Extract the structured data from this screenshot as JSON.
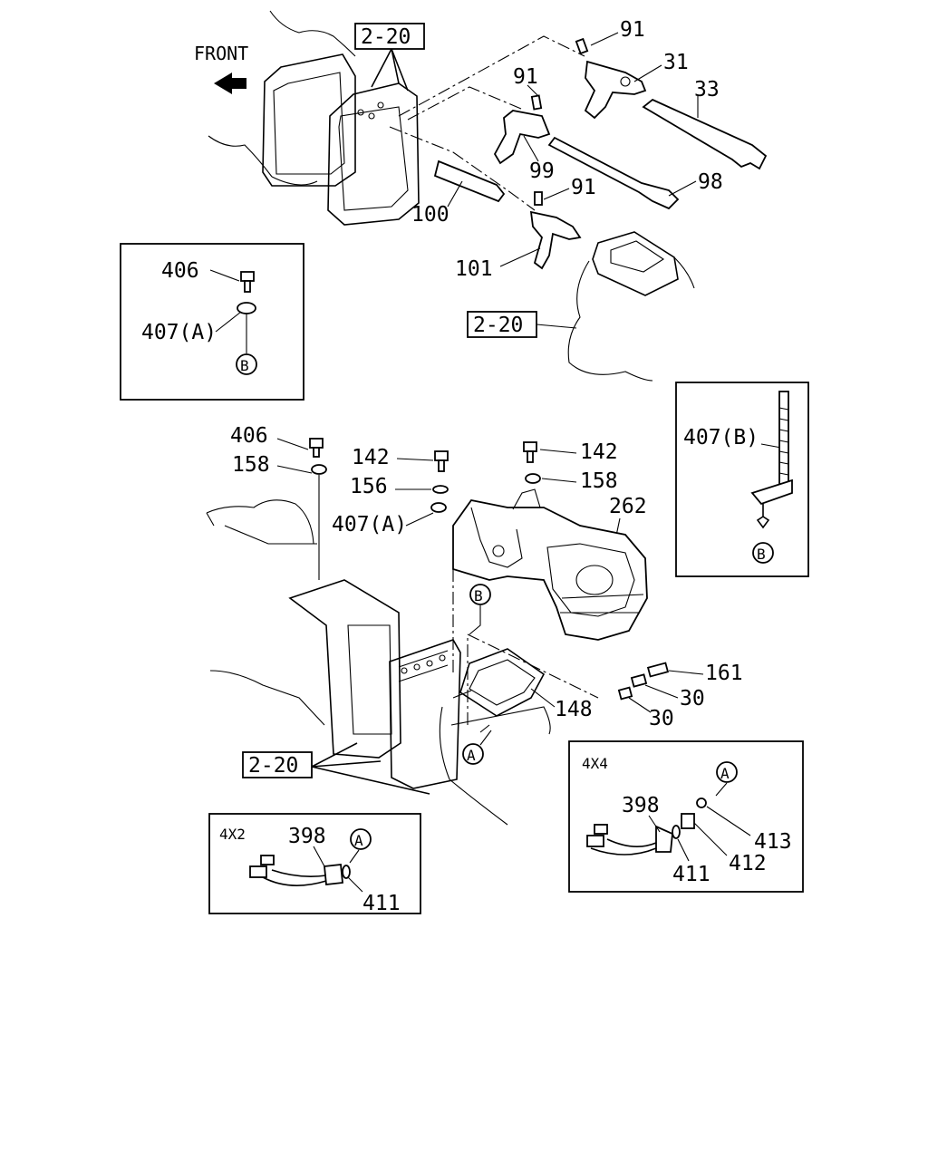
{
  "front_label": "FRONT",
  "refs": {
    "top": "2-20",
    "right": "2-20",
    "bottom": "2-20"
  },
  "callouts": {
    "p91a": "91",
    "p31": "31",
    "p33": "33",
    "p91b": "91",
    "p99": "99",
    "p98": "98",
    "p91c": "91",
    "p100": "100",
    "p101": "101",
    "p406_inset": "406",
    "p407a_inset": "407(A)",
    "p406": "406",
    "p158a": "158",
    "p142a": "142",
    "p156": "156",
    "p407a": "407(A)",
    "p142b": "142",
    "p158b": "158",
    "p262": "262",
    "p407b": "407(B)",
    "p161": "161",
    "p30a": "30",
    "p30b": "30",
    "p148": "148",
    "p398_4x4": "398",
    "p411_4x4": "411",
    "p412": "412",
    "p413": "413",
    "p398_4x2": "398",
    "p411_4x2": "411"
  },
  "markers": {
    "b1": "B",
    "b2": "B",
    "b3": "B",
    "a1": "A",
    "a2": "A",
    "a3": "A"
  },
  "variants": {
    "four_by_four": "4X4",
    "four_by_two": "4X2"
  }
}
